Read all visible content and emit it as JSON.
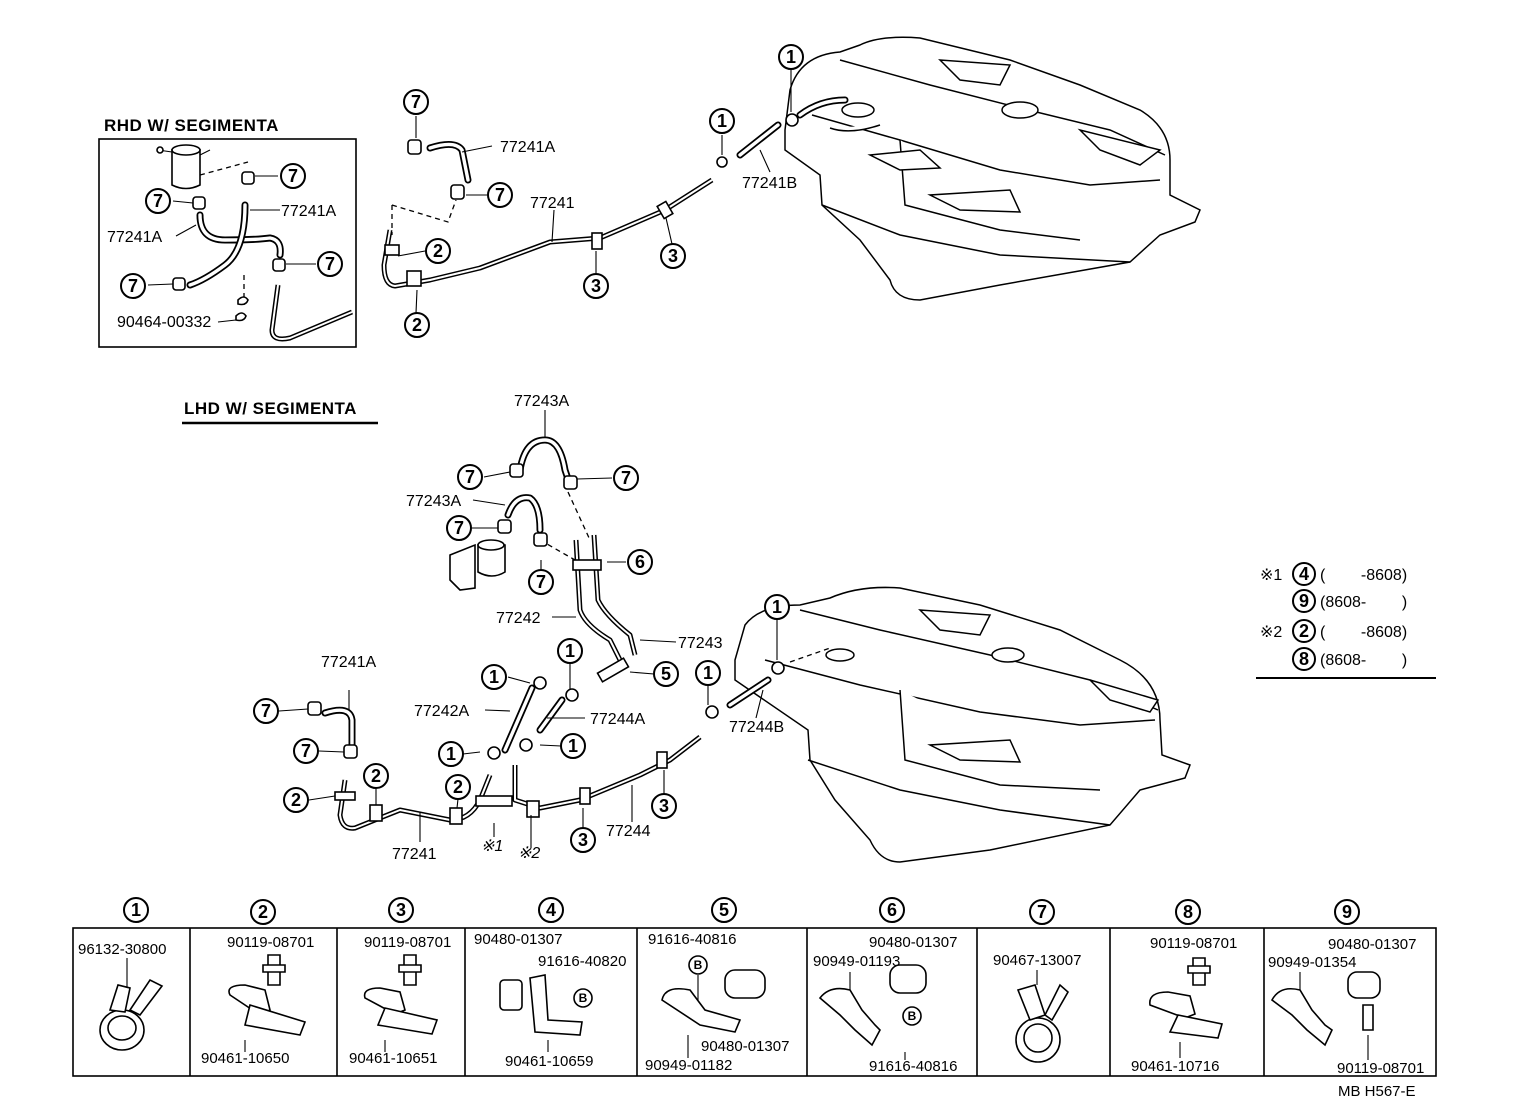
{
  "rhd": {
    "title": "RHD W/ SEGIMENTA",
    "labels": {
      "l1": "77241A",
      "l2": "77241A",
      "l3": "90464-00332"
    }
  },
  "top": {
    "labels": {
      "a": "77241A",
      "b": "77241",
      "c": "77241B"
    }
  },
  "lhd": {
    "title": "LHD W/ SEGIMENTA",
    "labels": {
      "l77243a_top": "77243A",
      "l77243a_mid": "77243A",
      "l77242": "77242",
      "l77243": "77243",
      "l77241a": "77241A",
      "l77242a": "77242A",
      "l77244a": "77244A",
      "l77244b": "77244B",
      "l77241": "77241",
      "l77244": "77244",
      "ast1": "※1",
      "ast2": "※2"
    }
  },
  "notes": [
    {
      "mark": "※1",
      "num": "4",
      "range": "(        -8608)"
    },
    {
      "mark": "",
      "num": "9",
      "range": "(8608-        )"
    },
    {
      "mark": "※2",
      "num": "2",
      "range": "(        -8608)"
    },
    {
      "mark": "",
      "num": "8",
      "range": "(8608-        )"
    }
  ],
  "parts_table": [
    {
      "num": "1",
      "parts": [
        "96132-30800"
      ]
    },
    {
      "num": "2",
      "parts": [
        "90119-08701",
        "90461-10650"
      ]
    },
    {
      "num": "3",
      "parts": [
        "90119-08701",
        "90461-10651"
      ]
    },
    {
      "num": "4",
      "parts": [
        "90480-01307",
        "91616-40820",
        "90461-10659"
      ]
    },
    {
      "num": "5",
      "parts": [
        "91616-40816",
        "90480-01307",
        "90949-01182"
      ]
    },
    {
      "num": "6",
      "parts": [
        "90480-01307",
        "90949-01193",
        "91616-40816"
      ]
    },
    {
      "num": "7",
      "parts": [
        "90467-13007"
      ]
    },
    {
      "num": "8",
      "parts": [
        "90119-08701",
        "90461-10716"
      ]
    },
    {
      "num": "9",
      "parts": [
        "90480-01307",
        "90949-01354",
        "90119-08701"
      ]
    }
  ],
  "b_marker": "B",
  "footer": "MB  H567-E"
}
